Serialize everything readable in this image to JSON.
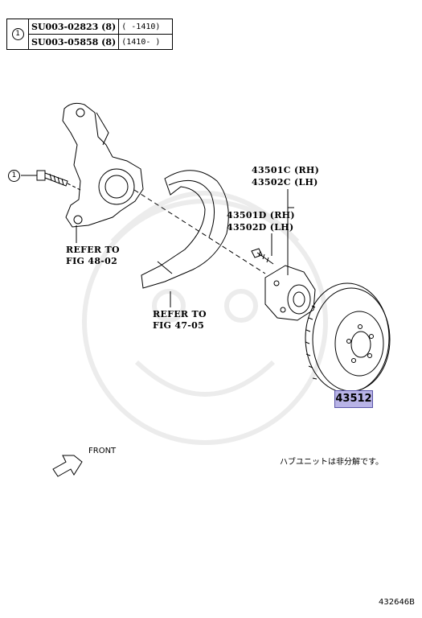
{
  "legend": {
    "callout": "1",
    "rows": [
      {
        "part": "SU003-02823 (8)",
        "range": "(    -1410)"
      },
      {
        "part": "SU003-05858 (8)",
        "range": "(1410-     )"
      }
    ]
  },
  "callout_left": "1",
  "refer_knuckle": [
    "REFER TO",
    "FIG 48-02"
  ],
  "refer_shield": [
    "REFER TO",
    "FIG 47-05"
  ],
  "hub_labels": [
    "43501C (RH)",
    "43502C (LH)",
    "43501D (RH)",
    "43502D (LH)"
  ],
  "rotor_part": "43512",
  "front_label": "FRONT",
  "japanese_note": "ハブユニットは非分解です。",
  "figure_id": "432646B"
}
